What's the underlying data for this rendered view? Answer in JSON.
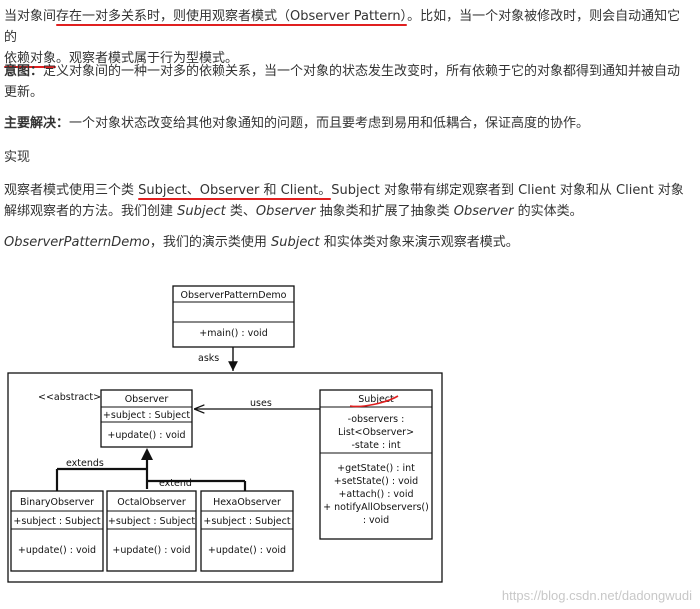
{
  "intro": {
    "p1_a": "当对象间",
    "p1_b": "存在一对多关系时，则使用观察者模式（Observer Pattern）",
    "p1_c": "。比如，当一个对象被修改时，则会",
    "p1_d": "自动通知它的",
    "p1_e": "依赖对象",
    "p1_f": "。观察者模式属于行为型模式。"
  },
  "intent": {
    "label": "意图：",
    "text": "定义对象间的一种一对多的依赖关系，当一个对象的状态发生改变时，所有依赖于它的对象都得到通知并被自动更新。"
  },
  "solution": {
    "label": "主要解决：",
    "text": "一个对象状态改变给其他对象通知的问题，而且要考虑到易用和低耦合，保证高度的协作。"
  },
  "impl_heading": "实现",
  "impl": {
    "a": "观察者模式使用三个类 ",
    "b": "Subject、Observer 和 Client。",
    "c": "Subject 对象带有绑定观察者到 Client 对象和从 Client 对象解绑观察者的方法。我们创建 ",
    "d": "Subject",
    "e": " 类、",
    "f": "Observer",
    "g": " 抽象类和扩展了抽象类 ",
    "h": "Observer",
    "i": " 的实体类。"
  },
  "demo": {
    "a": "ObserverPatternDemo",
    "b": "，我们的演示类使用 ",
    "c": "Subject",
    "d": " 和实体类对象来演示观察者模式。"
  },
  "uml": {
    "demo_class": {
      "name": "ObserverPatternDemo",
      "method": "+main() : void"
    },
    "asks": "asks",
    "abstract_label": "<<abstract>>",
    "observer": {
      "name": "Observer",
      "field": "+subject : Subject",
      "method": "+update() : void"
    },
    "uses": "uses",
    "subject": {
      "name": "Subject",
      "fields": [
        "-observers :",
        "List<Observer>",
        "-state : int"
      ],
      "methods": [
        "+getState() : int",
        "+setState() : void",
        "+attach() : void",
        "+ notifyAllObservers()",
        ": void"
      ]
    },
    "extends": "extends",
    "extend": "extend",
    "binary": {
      "name": "BinaryObserver",
      "field": "+subject : Subject",
      "method": "+update() : void"
    },
    "octal": {
      "name": "OctalObserver",
      "field": "+subject : Subject",
      "method": "+update() : void"
    },
    "hexa": {
      "name": "HexaObserver",
      "field": "+subject : Subject",
      "method": "+update() : void"
    }
  },
  "watermark": "https://blog.csdn.net/dadongwudi",
  "colors": {
    "text": "#333333",
    "underline": "#e02020",
    "watermark": "#c8c8c8"
  }
}
